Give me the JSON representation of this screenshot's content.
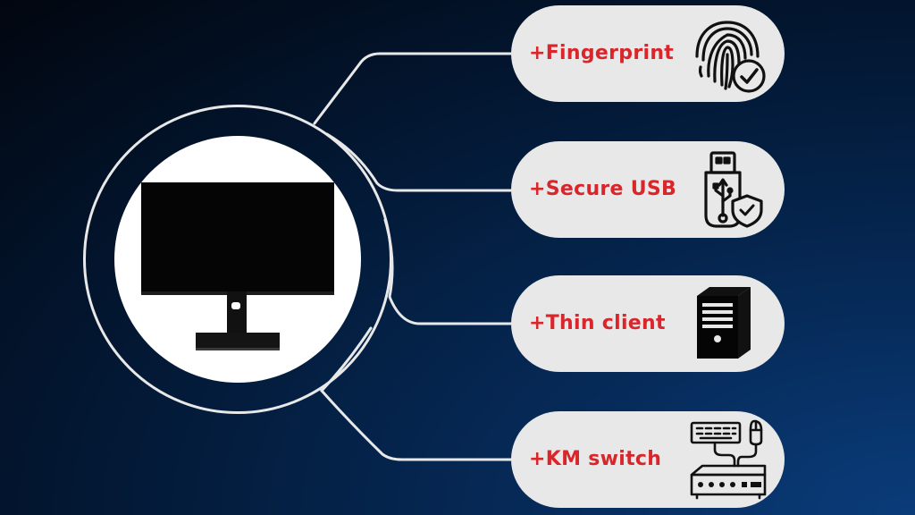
{
  "items": [
    {
      "label": "+Fingerprint",
      "icon": "fingerprint-check-icon"
    },
    {
      "label": "+Secure USB",
      "icon": "usb-shield-icon"
    },
    {
      "label": "+Thin client",
      "icon": "computer-tower-icon"
    },
    {
      "label": "+KM switch",
      "icon": "keyboard-mouse-switch-icon"
    }
  ],
  "hub": {
    "icon": "monitor-icon"
  },
  "colors": {
    "label": "#d9262b",
    "pill": "#e8e8e8",
    "line": "#e8e8e8"
  }
}
